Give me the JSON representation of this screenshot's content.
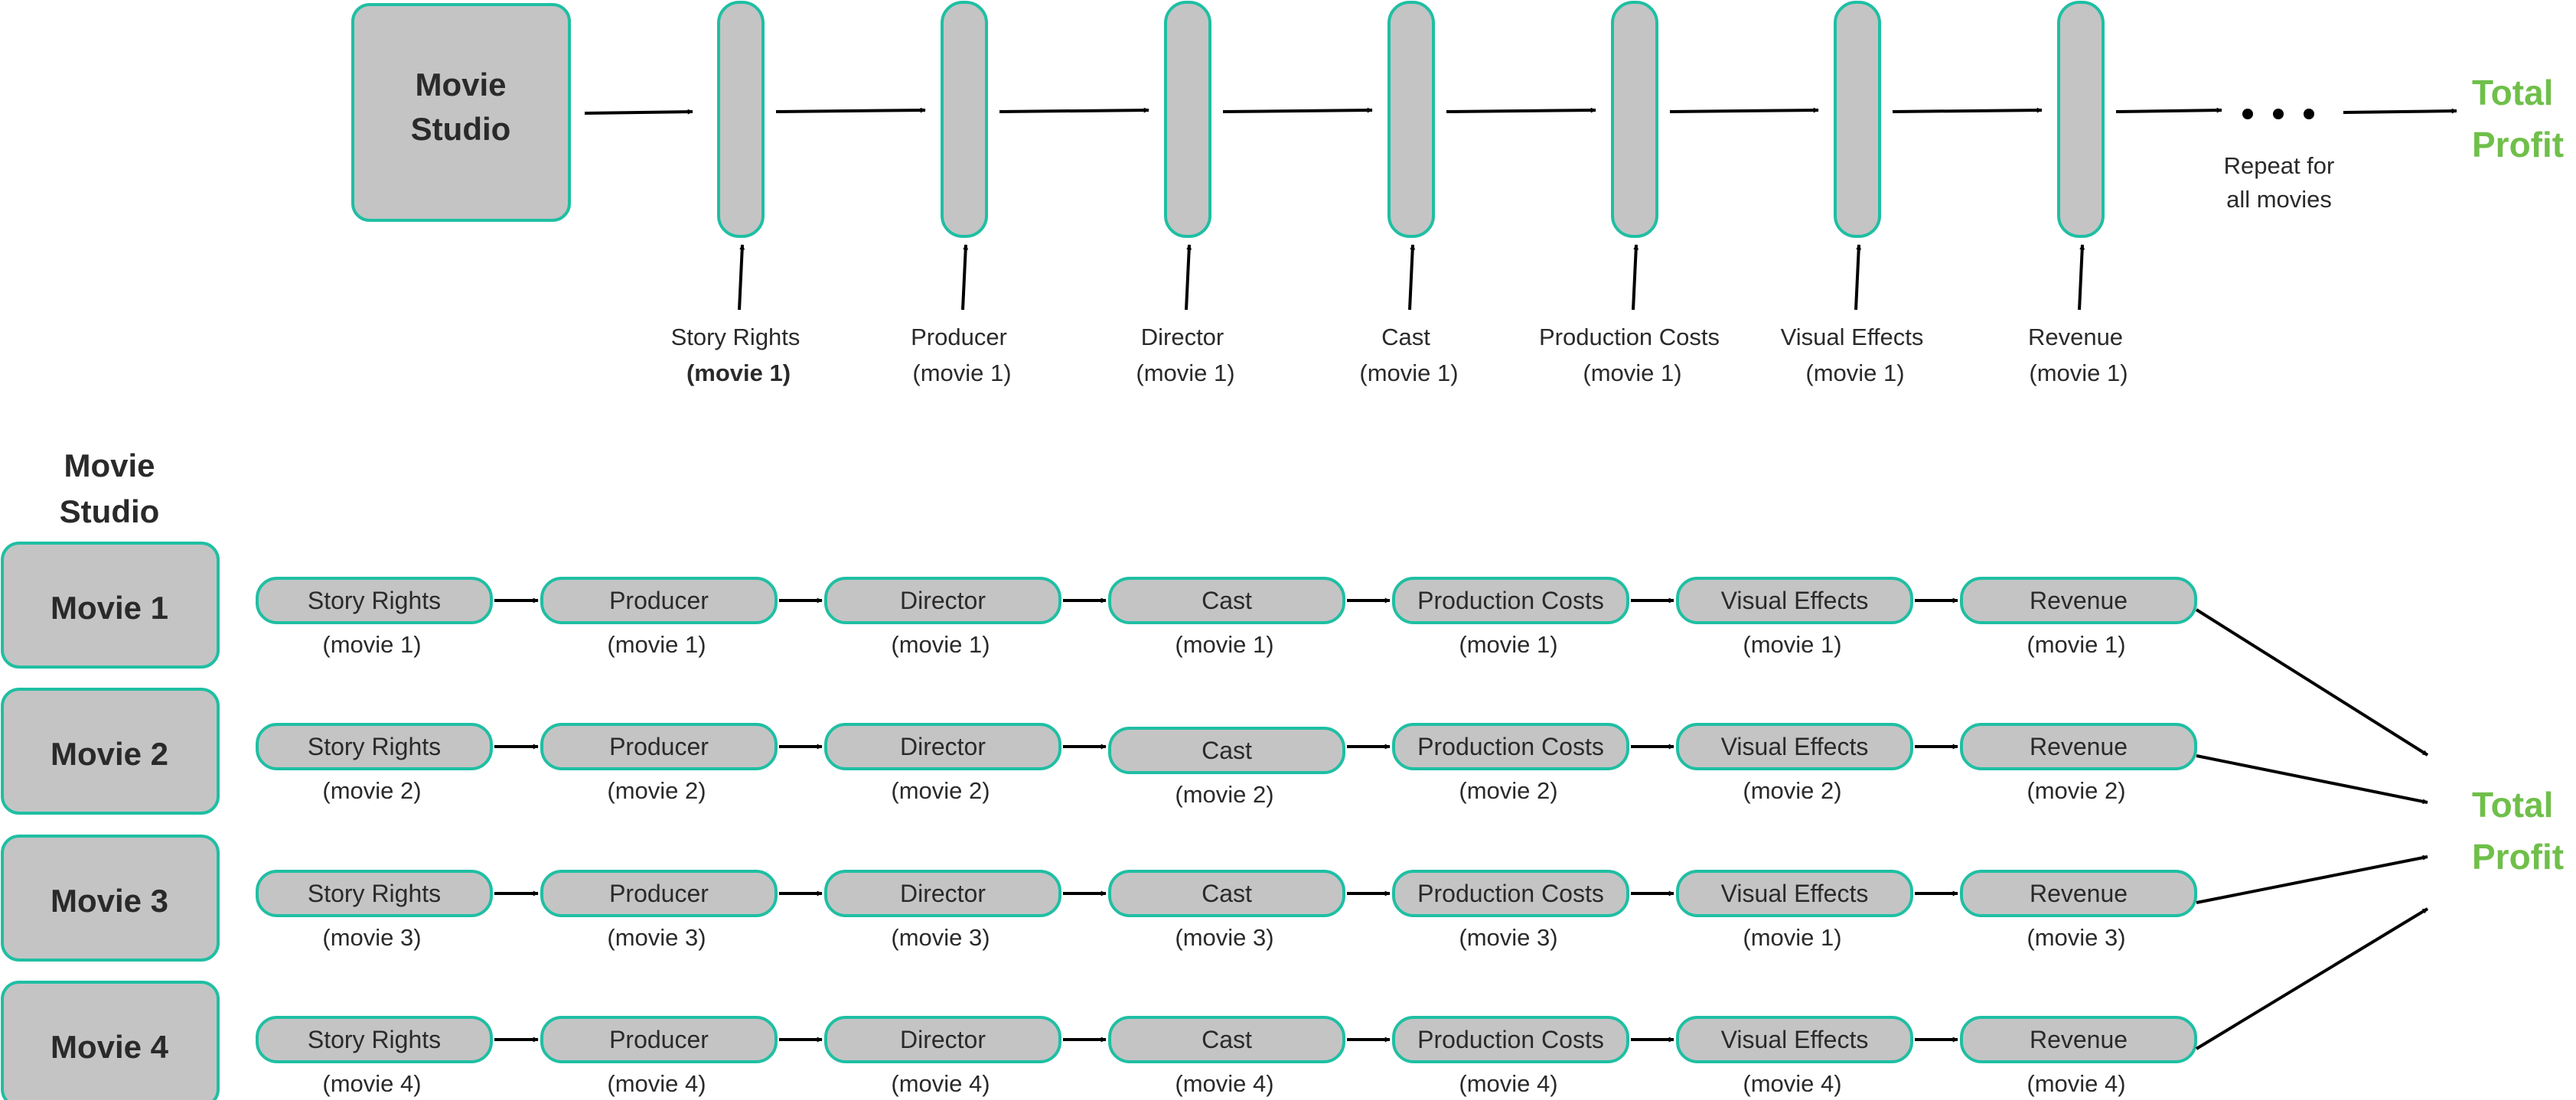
{
  "top": {
    "studio_label": [
      "Movie",
      "Studio"
    ],
    "stages": [
      {
        "name": "Story Rights",
        "sub": "(movie 1)",
        "bold_sub": true
      },
      {
        "name": "Producer",
        "sub": "(movie 1)",
        "bold_sub": false
      },
      {
        "name": "Director",
        "sub": "(movie 1)",
        "bold_sub": false
      },
      {
        "name": "Cast",
        "sub": "(movie 1)",
        "bold_sub": false
      },
      {
        "name": "Production Costs",
        "sub": "(movie 1)",
        "bold_sub": false
      },
      {
        "name": "Visual Effects",
        "sub": "(movie 1)",
        "bold_sub": false
      },
      {
        "name": "Revenue",
        "sub": "(movie 1)",
        "bold_sub": false
      }
    ],
    "ellipsis": "...",
    "repeat_note": [
      "Repeat for",
      "all movies"
    ],
    "result": [
      "Total",
      "Profit"
    ]
  },
  "bottom": {
    "studio_label": [
      "Movie",
      "Studio"
    ],
    "movies": [
      {
        "label": "Movie 1",
        "stages": [
          {
            "name": "Story Rights",
            "sub": "(movie 1)"
          },
          {
            "name": "Producer",
            "sub": "(movie 1)"
          },
          {
            "name": "Director",
            "sub": "(movie 1)"
          },
          {
            "name": "Cast",
            "sub": "(movie 1)"
          },
          {
            "name": "Production Costs",
            "sub": "(movie 1)"
          },
          {
            "name": "Visual Effects",
            "sub": "(movie 1)"
          },
          {
            "name": "Revenue",
            "sub": "(movie 1)"
          }
        ]
      },
      {
        "label": "Movie 2",
        "stages": [
          {
            "name": "Story Rights",
            "sub": "(movie 2)"
          },
          {
            "name": "Producer",
            "sub": "(movie 2)"
          },
          {
            "name": "Director",
            "sub": "(movie 2)"
          },
          {
            "name": "Cast",
            "sub": "(movie 2)"
          },
          {
            "name": "Production Costs",
            "sub": "(movie 2)"
          },
          {
            "name": "Visual Effects",
            "sub": "(movie 2)"
          },
          {
            "name": "Revenue",
            "sub": "(movie 2)"
          }
        ]
      },
      {
        "label": "Movie 3",
        "stages": [
          {
            "name": "Story Rights",
            "sub": "(movie 3)"
          },
          {
            "name": "Producer",
            "sub": "(movie 3)"
          },
          {
            "name": "Director",
            "sub": "(movie 3)"
          },
          {
            "name": "Cast",
            "sub": "(movie 3)"
          },
          {
            "name": "Production Costs",
            "sub": "(movie 3)"
          },
          {
            "name": "Visual Effects",
            "sub": "(movie 1)"
          },
          {
            "name": "Revenue",
            "sub": "(movie 3)"
          }
        ]
      },
      {
        "label": "Movie 4",
        "stages": [
          {
            "name": "Story Rights",
            "sub": "(movie 4)"
          },
          {
            "name": "Producer",
            "sub": "(movie 4)"
          },
          {
            "name": "Director",
            "sub": "(movie 4)"
          },
          {
            "name": "Cast",
            "sub": "(movie 4)"
          },
          {
            "name": "Production Costs",
            "sub": "(movie 4)"
          },
          {
            "name": "Visual Effects",
            "sub": "(movie 4)"
          },
          {
            "name": "Revenue",
            "sub": "(movie 4)"
          }
        ]
      }
    ],
    "result": [
      "Total",
      "Profit"
    ]
  },
  "colors": {
    "node_fill": "#c4c4c4",
    "node_stroke": "#1fbfa3",
    "result_green": "#6fbf4a",
    "arrow": "#000000"
  }
}
